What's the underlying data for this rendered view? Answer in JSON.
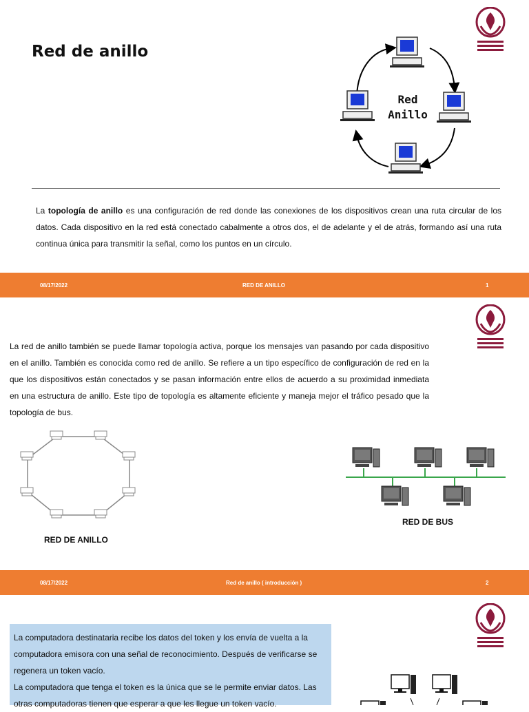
{
  "slide1": {
    "title": "Red  de anillo",
    "diagram_label_line1": "Red",
    "diagram_label_line2": "Anillo",
    "para_before": "La ",
    "para_bold": "topología de anillo",
    "para_after": " es una configuración de red donde las conexiones de los dispositivos crean una ruta circular de los datos. Cada dispositivo en la red está conectado cabalmente a otros dos, el de adelante y el de atrás, formando así una ruta continua única para transmitir la señal, como los puntos en un círculo."
  },
  "footer1": {
    "date": "08/17/2022",
    "title": "RED DE ANILLO",
    "page": "1"
  },
  "slide2": {
    "paragraph": "La red  de anillo también se puede llamar topología activa, porque los mensajes van pasando por cada dispositivo en el anillo. También es conocida como red de anillo. Se refiere a un tipo específico de configuración de red en la que los dispositivos están conectados y se pasan información entre ellos de acuerdo a su proximidad inmediata en una estructura de anillo. Este tipo de topología es altamente eficiente y maneja mejor el tráfico pesado que la topología de bus.",
    "caption_ring": "RED DE ANILLO",
    "caption_bus": "RED DE BUS"
  },
  "footer2": {
    "date": "08/17/2022",
    "title": "Red de anillo ( introducción )",
    "page": "2"
  },
  "slide3": {
    "paragraph1": "La computadora destinataria recibe los datos del token y los envía de vuelta a la computadora emisora con una señal de reconocimiento. Después de verificarse se regenera un token vacío.",
    "paragraph2": "La computadora que tenga el token es la única que se le permite enviar datos. Las otras computadoras tienen que esperar a que les llegue un token vacío."
  },
  "colors": {
    "footer": "#ee7d31",
    "logo": "#8b1a3c",
    "highlight_box": "#bdd7ee",
    "bus_line": "#3aa64b"
  },
  "icons": [
    "university-logo",
    "computer-icon",
    "arrow-icon"
  ]
}
